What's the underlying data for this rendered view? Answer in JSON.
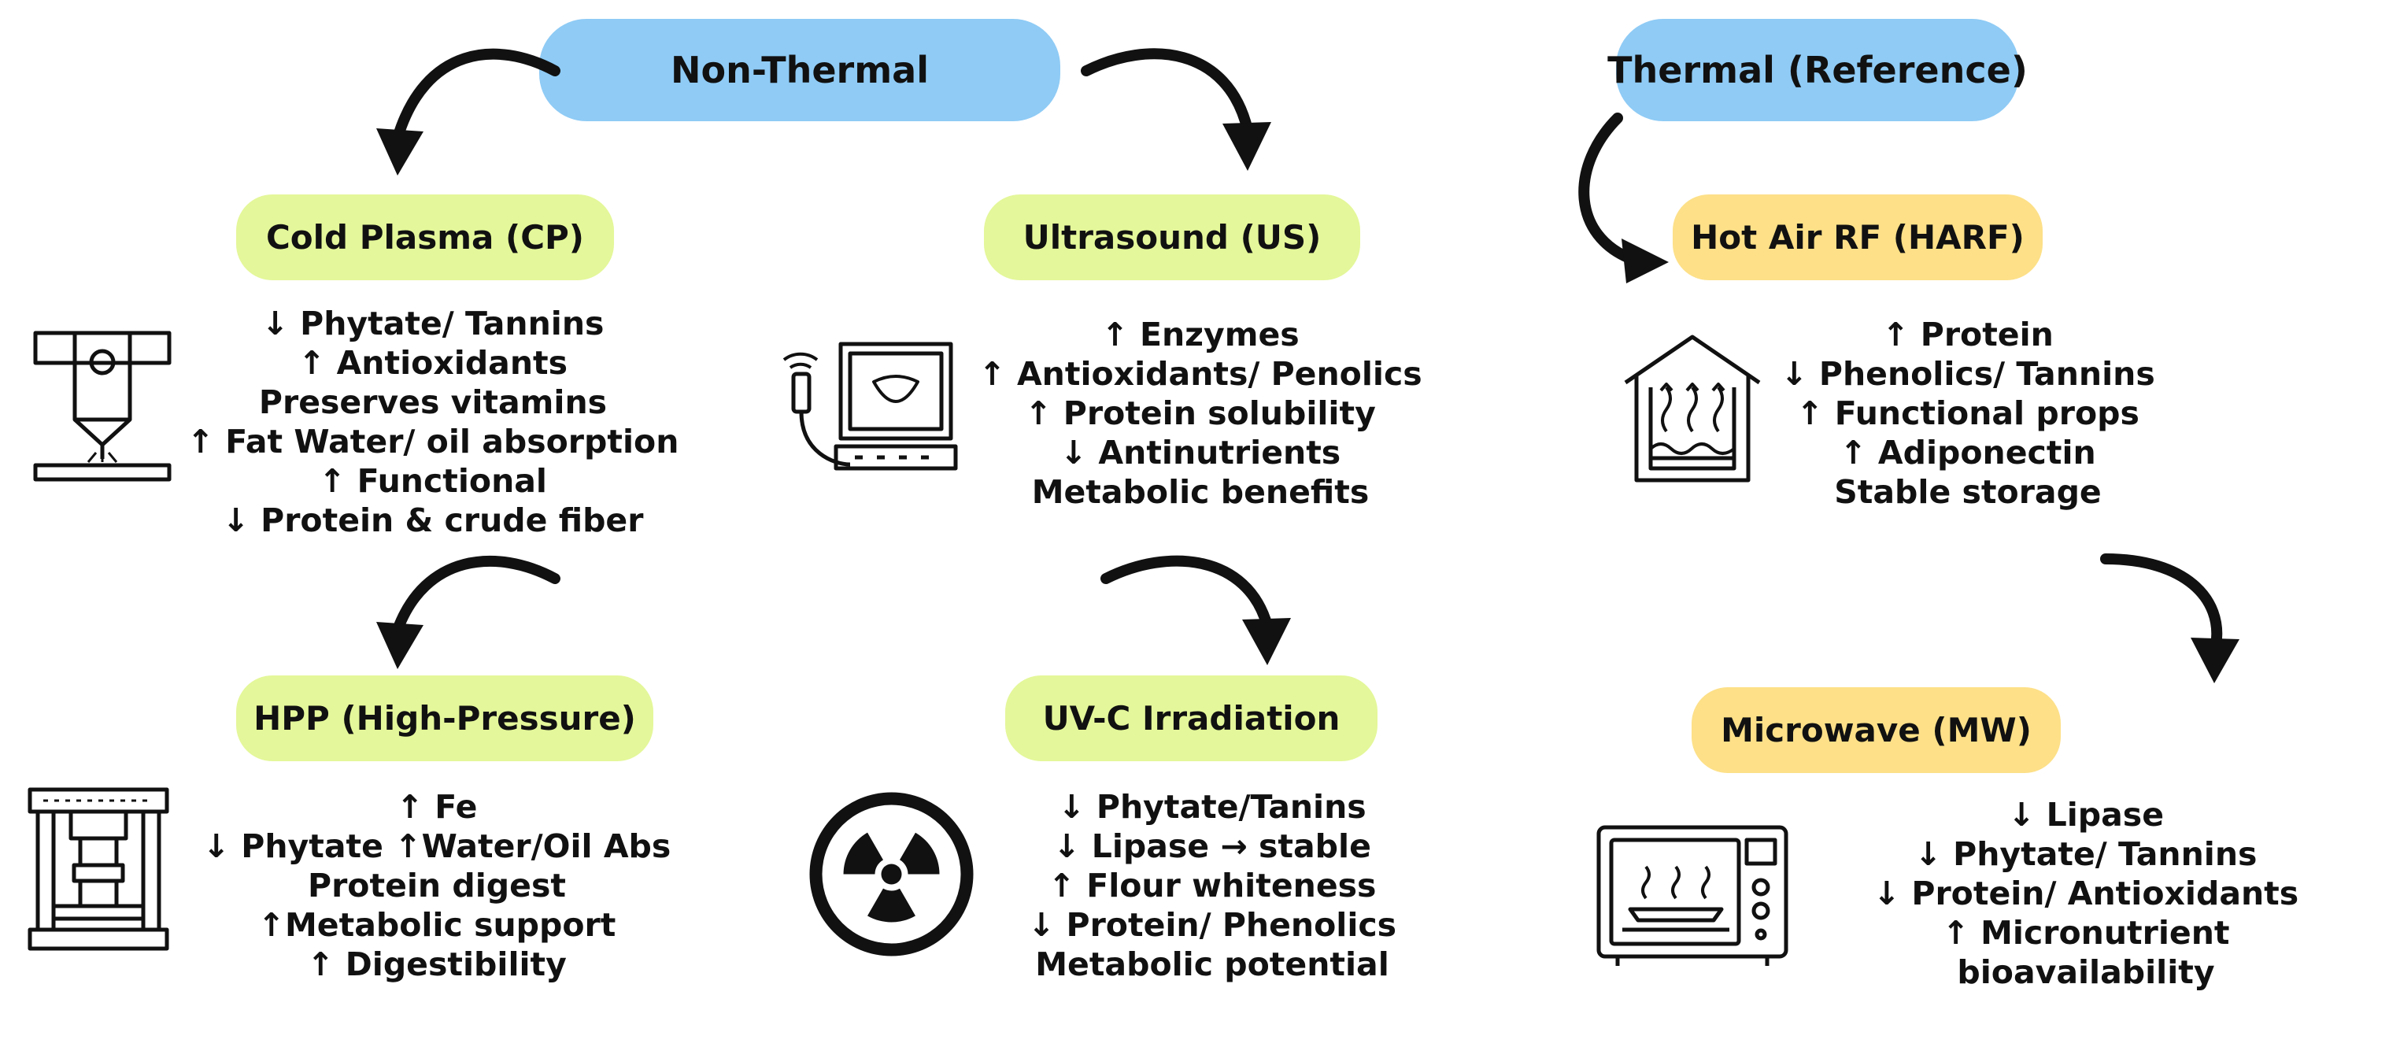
{
  "categories": {
    "non_thermal": {
      "label": "Non-Thermal",
      "color": "#8fcbf5"
    },
    "thermal": {
      "label": "Thermal (Reference)",
      "color": "#8fcbf5"
    }
  },
  "methods": {
    "cp": {
      "label": "Cold Plasma (CP)",
      "color": "#e4f79a",
      "icon": "cold-plasma-nozzle-icon",
      "effects": [
        "↓ Phytate/ Tannins",
        "↑ Antioxidants",
        "Preserves vitamins",
        "↑ Fat Water/ oil absorption",
        "↑ Functional",
        "↓ Protein & crude fiber"
      ]
    },
    "us": {
      "label": "Ultrasound (US)",
      "color": "#e4f79a",
      "icon": "ultrasound-monitor-icon",
      "effects": [
        "↑  Enzymes",
        "↑ Antioxidants/ Penolics",
        "↑ Protein solubility",
        "↓ Antinutrients",
        "Metabolic benefits"
      ]
    },
    "harf": {
      "label": "Hot Air RF (HARF)",
      "color": "#fde088",
      "icon": "hot-air-oven-icon",
      "effects": [
        "↑ Protein",
        "↓ Phenolics/ Tannins",
        "↑ Functional props",
        "↑ Adiponectin",
        "Stable storage"
      ]
    },
    "hpp": {
      "label": "HPP (High-Pressure)",
      "color": "#e4f79a",
      "icon": "hydraulic-press-icon",
      "effects": [
        "↑ Fe",
        "↓ Phytate ↑Water/Oil Abs",
        "Protein digest",
        "↑Metabolic support",
        "↑ Digestibility"
      ]
    },
    "uvc": {
      "label": "UV-C Irradiation",
      "color": "#e4f79a",
      "icon": "radiation-icon",
      "effects": [
        "↓ Phytate/Tanins",
        "↓ Lipase → stable",
        "↑ Flour whiteness",
        "↓ Protein/ Phenolics",
        "Metabolic potential"
      ]
    },
    "mw": {
      "label": "Microwave (MW)",
      "color": "#fde088",
      "icon": "microwave-oven-icon",
      "effects": [
        "↓ Lipase",
        "↓ Phytate/ Tannins",
        "↓ Protein/ Antioxidants",
        "↑ Micronutrient",
        "bioavailability"
      ]
    }
  },
  "arrows": [
    {
      "from": "Non-Thermal",
      "to": "Cold Plasma (CP)"
    },
    {
      "from": "Non-Thermal",
      "to": "Ultrasound (US)"
    },
    {
      "from": "Thermal (Reference)",
      "to": "Hot Air RF (HARF)"
    },
    {
      "from": "Cold Plasma (CP)",
      "to": "HPP (High-Pressure)"
    },
    {
      "from": "Ultrasound (US)",
      "to": "UV-C Irradiation"
    },
    {
      "from": "Hot Air RF (HARF)",
      "to": "Microwave (MW)"
    }
  ]
}
